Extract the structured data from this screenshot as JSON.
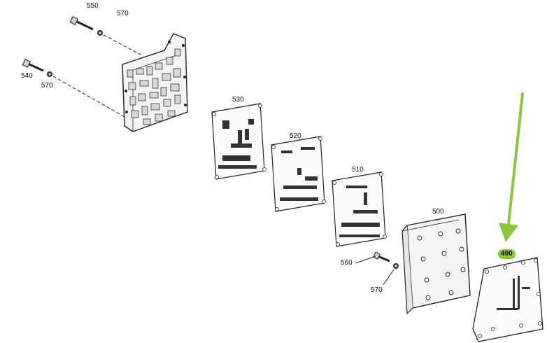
{
  "callouts": {
    "p550_top": "550",
    "p570_top": "570",
    "p540": "540",
    "p570_mid": "570",
    "p530": "530",
    "p520": "520",
    "p510": "510",
    "p500": "500",
    "p560": "560",
    "p570_bottom": "570",
    "p490": "490"
  },
  "highlight": {
    "part": "490",
    "color": "#8cc63f"
  }
}
